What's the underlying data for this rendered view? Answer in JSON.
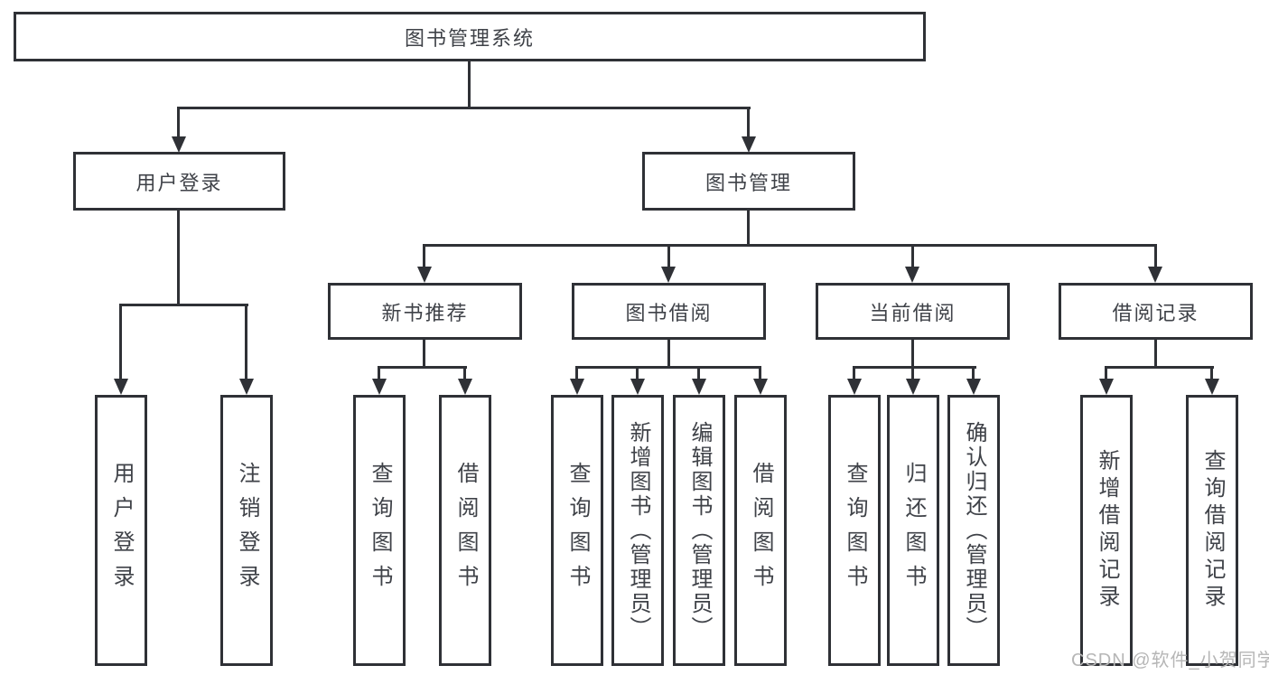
{
  "nodes": {
    "root": "图书管理系统",
    "user_login": "用户登录",
    "book_management": "图书管理",
    "new_book_recommend": "新书推荐",
    "book_borrow": "图书借阅",
    "current_borrow": "当前借阅",
    "borrow_records": "借阅记录",
    "leaves": {
      "user_login": [
        "用户登录",
        "注销登录"
      ],
      "new_book_recommend": [
        "查询图书",
        "借阅图书"
      ],
      "book_borrow": [
        "查询图书",
        "新增图书（管理员）",
        "编辑图书（管理员）",
        "借阅图书"
      ],
      "current_borrow": [
        "查询图书",
        "归还图书",
        "确认归还（管理员）"
      ],
      "borrow_records": [
        "新增借阅记录",
        "查询借阅记录"
      ]
    }
  },
  "watermark": "CSDN @软件_小贺同学",
  "colors": {
    "line": "#2f3136",
    "text": "#3f4248",
    "watermark": "#b6b6b6",
    "background": "#ffffff"
  }
}
